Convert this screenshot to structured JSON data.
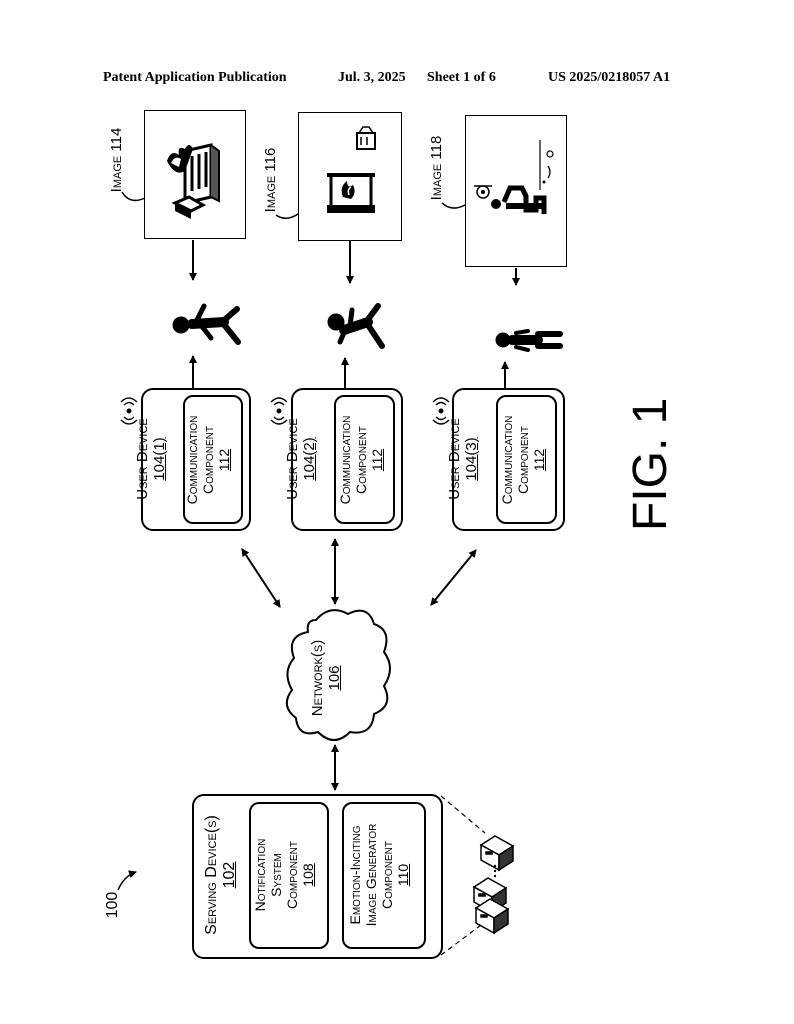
{
  "header": {
    "left": "Patent Application Publication",
    "date": "Jul. 3, 2025",
    "sheet": "Sheet 1 of 6",
    "pub_number": "US 2025/0218057 A1"
  },
  "figure": {
    "label": "FIG. 1",
    "ref": "100"
  },
  "images": [
    {
      "label": "Image 114"
    },
    {
      "label": "Image 116"
    },
    {
      "label": "Image 118"
    }
  ],
  "devices": [
    {
      "title": "User Device",
      "ref": "104(1)",
      "comp_line1": "Communication",
      "comp_line2": "Component",
      "comp_ref": "112"
    },
    {
      "title": "User Device",
      "ref": "104(2)",
      "comp_line1": "Communication",
      "comp_line2": "Component",
      "comp_ref": "112"
    },
    {
      "title": "User Device",
      "ref": "104(3)",
      "comp_line1": "Communication",
      "comp_line2": "Component",
      "comp_ref": "112"
    }
  ],
  "network": {
    "title": "Network(s)",
    "ref": "106"
  },
  "serving": {
    "title": "Serving Device(s)",
    "ref": "102",
    "notif_line1": "Notification",
    "notif_line2": "System",
    "notif_line3": "Component",
    "notif_ref": "108",
    "emo_line1": "Emotion-Inciting",
    "emo_line2": "Image Generator",
    "emo_line3": "Component",
    "emo_ref": "110"
  }
}
